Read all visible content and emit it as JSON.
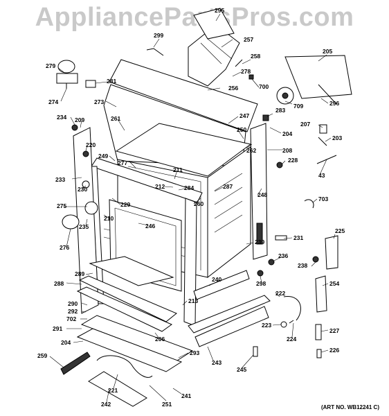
{
  "watermark": "AppliancePartsPros.com",
  "art_no": "(ART NO. WB12241 C)",
  "labels": [
    "295",
    "257",
    "299",
    "258",
    "205",
    "279",
    "281",
    "700",
    "278",
    "256",
    "274",
    "273",
    "709",
    "296",
    "283",
    "247",
    "234",
    "209",
    "261",
    "204",
    "207",
    "250",
    "262",
    "208",
    "203",
    "220",
    "228",
    "277",
    "211",
    "249",
    "233",
    "43",
    "212",
    "284",
    "287",
    "230",
    "248",
    "275",
    "229",
    "260",
    "703",
    "246",
    "210",
    "235",
    "231",
    "225",
    "276",
    "236",
    "239",
    "238",
    "289",
    "298",
    "288",
    "240",
    "222",
    "254",
    "213",
    "290",
    "292",
    "702",
    "223",
    "291",
    "224",
    "227",
    "206",
    "204",
    "259",
    "293",
    "243",
    "226",
    "245",
    "221",
    "242",
    "251",
    "241"
  ],
  "colors": {
    "line": "#000000",
    "watermark": "#c9c9c9"
  }
}
